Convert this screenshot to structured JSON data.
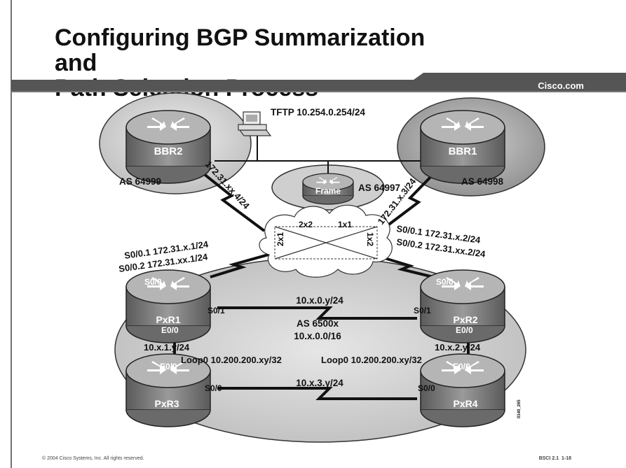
{
  "slide": {
    "title_line1": "Configuring BGP Summarization and",
    "title_line2": "Path Selection Process",
    "brand": "Cisco.com",
    "copyright": "© 2004 Cisco Systems, Inc. All rights reserved.",
    "course": "BSCI 2.1",
    "page": "1-18",
    "figure_code": "0140_265"
  },
  "routers": {
    "bbr2": "BBR2",
    "bbr1": "BBR1",
    "frame": "Frame",
    "pxr1": "PxR1",
    "pxr2": "PxR2",
    "pxr3": "PxR3",
    "pxr4": "PxR4"
  },
  "as_labels": {
    "bbr2": "AS 64999",
    "bbr1": "AS 64998",
    "frame": "AS 64997",
    "pod_as": "AS 6500x",
    "pod_net": "10.x.0.0/16"
  },
  "tftp": "TFTP 10.254.0.254/24",
  "links": {
    "bbr2_link": "172.31.xx.4/24",
    "bbr1_link": "172.31.x.3/24",
    "dlci_2x2": "2x2",
    "dlci_1x1": "1x1",
    "dlci_2x1": "2x1",
    "dlci_1x2": "1x2",
    "pxr1_s001": "S0/0.1 172.31.x.1/24",
    "pxr1_s002": "S0/0.2 172.31.xx.1/24",
    "pxr2_s001": "S0/0.1 172.31.x.2/24",
    "pxr2_s002": "S0/0.2 172.31.xx.2/24",
    "net_10x0": "10.x.0.y/24",
    "net_10x1": "10.x.1.y/24",
    "net_10x2": "10.x.2.y/24",
    "net_10x3": "10.x.3.y/24",
    "loop_left": "Loop0 10.200.200.xy/32",
    "loop_right": "Loop0 10.200.200.xy/32"
  },
  "interfaces": {
    "pxr1_s00": "S0/0",
    "pxr1_s01": "S0/1",
    "pxr1_e00": "E0/0",
    "pxr2_s00": "S0/0",
    "pxr2_s01": "S0/1",
    "pxr2_e00": "E0/0",
    "pxr3_e00": "E0/0",
    "pxr3_s00": "S0/0",
    "pxr4_e00": "E0/0",
    "pxr4_s00": "S0/0"
  }
}
